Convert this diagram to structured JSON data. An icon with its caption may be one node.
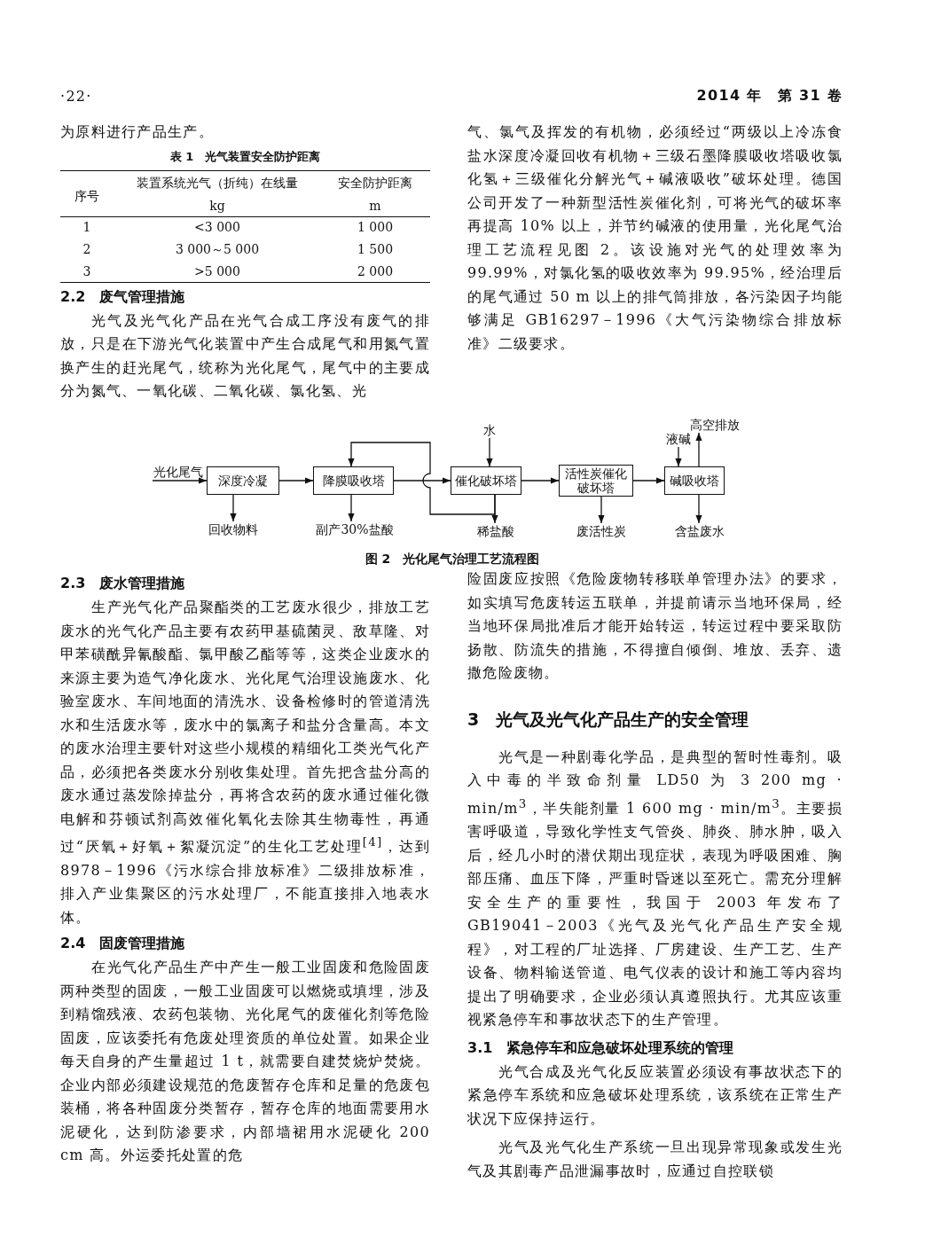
{
  "diagram": {
    "caption": "图 2　光化尾气治理工艺流程图",
    "nodes": [
      {
        "text": [
          "光化尾气"
        ]
      },
      {
        "text": [
          "深度冷凝"
        ]
      },
      {
        "text": [
          "降膜吸收塔"
        ]
      },
      {
        "text": [
          "催化破坏塔"
        ]
      },
      {
        "text": [
          "活性炭催化破坏塔"
        ]
      },
      {
        "text": [
          "碱吸收塔"
        ]
      },
      {
        "text": [
          "水"
        ]
      },
      {
        "text": [
          "液碱"
        ]
      },
      {
        "text": [
          "高空排放"
        ]
      },
      {
        "text": [
          "回收物料"
        ]
      },
      {
        "text": [
          "副产30%盐酸"
        ]
      },
      {
        "text": [
          "稀盐酸"
        ]
      },
      {
        "text": [
          "废活性炭"
        ]
      },
      {
        "text": [
          "含盐废水"
        ]
      }
    ],
    "edges": [
      {
        "from": 0,
        "to": 1,
        "arrow": "to"
      },
      {
        "from": 1,
        "to": 2,
        "arrow": "to"
      },
      {
        "from": 2,
        "to": 3,
        "arrow": "to"
      },
      {
        "from": 3,
        "to": 4,
        "arrow": "to"
      },
      {
        "from": 4,
        "to": 5,
        "arrow": "to"
      },
      {
        "from": 6,
        "to": 3,
        "arrow": "to"
      },
      {
        "from": 7,
        "to": 5,
        "arrow": "to"
      },
      {
        "from": 5,
        "to": 8,
        "arrow": "to"
      },
      {
        "from": 1,
        "to": 9,
        "arrow": "to"
      },
      {
        "from": 2,
        "to": 10,
        "arrow": "to"
      },
      {
        "from": 3,
        "to": 11,
        "arrow": "to"
      },
      {
        "from": 4,
        "to": 12,
        "arrow": "to"
      },
      {
        "from": 5,
        "to": 13,
        "arrow": "to"
      },
      {
        "from": 3,
        "to": 2,
        "arrow": "to"
      }
    ],
    "labels": [
      "·22·",
      "2014 年　第 31 卷",
      "为原料进行产品生产。",
      "表 1　光气装置安全防护距离",
      "序号",
      "装置系统光气（折纯）在线量",
      "安全防护距离",
      "kg",
      "m",
      "1",
      "<3 000",
      "1 000",
      "2",
      "3 000～5 000",
      "1 500",
      "3",
      ">5 000",
      "2 000",
      "2.2　废气管理措施",
      "光气及光气化产品在光气合成工序没有废气的排放，只是在下游光气化装置中产生合成尾气和用氮气置换产生的赶光尾气，统称为光化尾气，尾气中的主要成分为氮气、一氧化碳、二氧化碳、氯化氢、光",
      "气、氯气及挥发的有机物，必须经过“两级以上冷冻食盐水深度冷凝回收有机物＋三级石墨降膜吸收塔吸收氯化氢＋三级催化分解光气＋碱液吸收”破坏处理。德国公司开发了一种新型活性炭催化剂，可将光气的破坏率再提高 10% 以上，并节约碱液的使用量，光化尾气治理工艺流程见图 2。该设施对光气的处理效率为 99.99%，对氯化氢的吸收效率为 99.95%，经治理后的尾气通过 50 m 以上的排气筒排放，各污染因子均能够满足 GB16297－1996《大气污染物综合排放标准》二级要求。",
      "2.3　废水管理措施",
      "生产光气化产品聚酯类的工艺废水很少，排放工艺废水的光气化产品主要有农药甲基硫菌灵、敌草隆、对甲苯磺酰异氰酸酯、氯甲酸乙酯等等，这类企业废水的来源主要为造气净化废水、光化尾气治理设施废水、化验室废水、车间地面的清洗水、设备检修时的管道清洗水和生活废水等，废水中的氯离子和盐分含量高。本文的废水治理主要针对这些小规模的精细化工类光气化产品，必须把各类废水分别收集处理。首先把含盐分高的废水通过蒸发除掉盐分，再将含农药的废水通过催化微电解和芬顿试剂高效催化氧化去除其生物毒性，再通过“厌氧＋好氧＋絮凝沉淀”的生化工艺处理$^{[4]}$，达到 8978－1996《污水综合排放标准》二级排放标准，排入产业集聚区的污水处理厂，不能直接排入地表水体。",
      "2.4　固废管理措施",
      "在光气化产品生产中产生一般工业固废和危险固废两种类型的固废，一般工业固废可以燃烧或填埋，涉及到精馏残液、农药包装物、光化尾气的废催化剂等危险固废，应该委托有危废处理资质的单位处置。如果企业每天自身的产生量超过 1 t，就需要自建焚烧炉焚烧。企业内部必须建设规范的危废暂存仓库和足量的危废包装桶，将各种固废分类暂存，暂存仓库的地面需要用水泥硬化，达到防渗要求，内部墙裙用水泥硬化 200 cm 高。外运委托处置的危",
      "险固废应按照《危险废物转移联单管理办法》的要求，如实填写危废转运五联单，并提前请示当地环保局，经当地环保局批准后才能开始转运，转运过程中要采取防扬散、防流失的措施，不得擅自倾倒、堆放、丢弃、遗撒危险废物。",
      "3　光气及光气化产品生产的安全管理",
      "光气是一种剧毒化学品，是典型的暂时性毒剂。吸入中毒的半致命剂量 LD50 为 3 200 mg · min/m$^{3}$，半失能剂量 1 600 mg · min/m$^{3}$。主要损害呼吸道，导致化学性支气管炎、肺炎、肺水肿，吸入后，经几小时的潜伏期出现症状，表现为呼吸困难、胸部压痛、血压下降，严重时昏迷以至死亡。需充分理解安全生产的重要性，我国于 2003 年发布了 GB19041－2003《光气及光气化产品生产安全规程》，对工程的厂址选择、厂房建设、生产工艺、生产设备、物料输送管道、电气仪表的设计和施工等内容均提出了明确要求，企业必须认真遵照执行。尤其应该重视紧急停车和事故状态下的生产管理。",
      "3.1　紧急停车和应急破坏处理系统的管理",
      "光气合成及光气化反应装置必须设有事故状态下的紧急停车系统和应急破坏处理系统，该系统在正常生产状况下应保持运行。",
      "光气及光气化生产系统一旦出现异常现象或发生光气及其剧毒产品泄漏事故时，应通过自控联锁"
    ]
  }
}
